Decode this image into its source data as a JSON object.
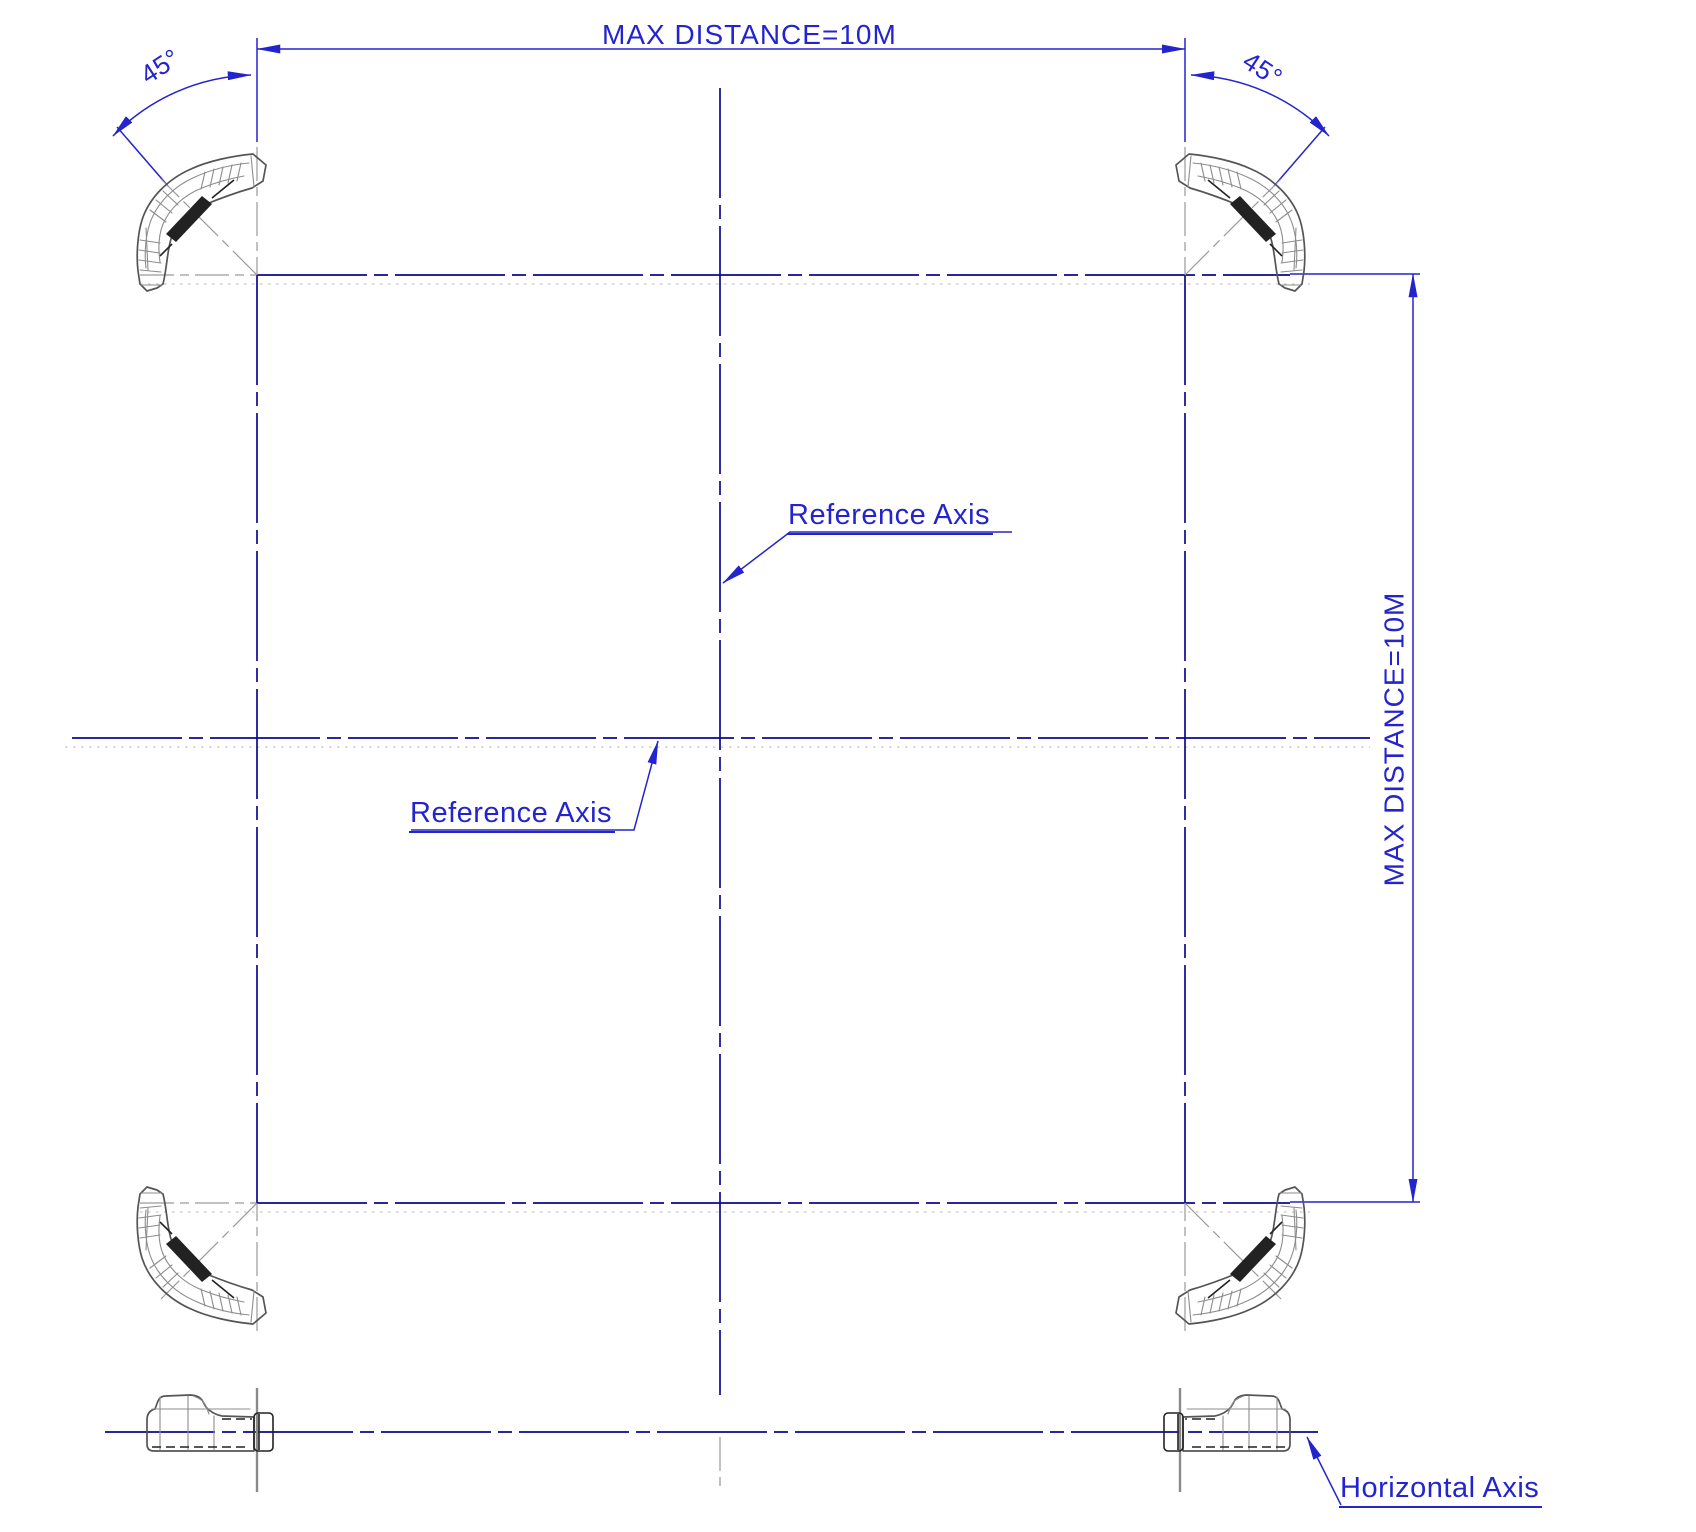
{
  "drawing": {
    "dimensions": {
      "horizontal": "MAX DISTANCE=10M",
      "vertical": "MAX DISTANCE=10M",
      "angle_top_left": "45°",
      "angle_top_right": "45°"
    },
    "labels": {
      "reference_axis_vertical": "Reference Axis",
      "reference_axis_horizontal": "Reference Axis",
      "horizontal_axis": "Horizontal Axis"
    },
    "colors": {
      "dimension_blue": "#2424cf",
      "centerline_navy": "#0a0a8c",
      "device_gray": "#8c8c8c",
      "device_dark": "#222222",
      "phantom_gray": "#c6c6c6",
      "background": "#ffffff"
    }
  }
}
